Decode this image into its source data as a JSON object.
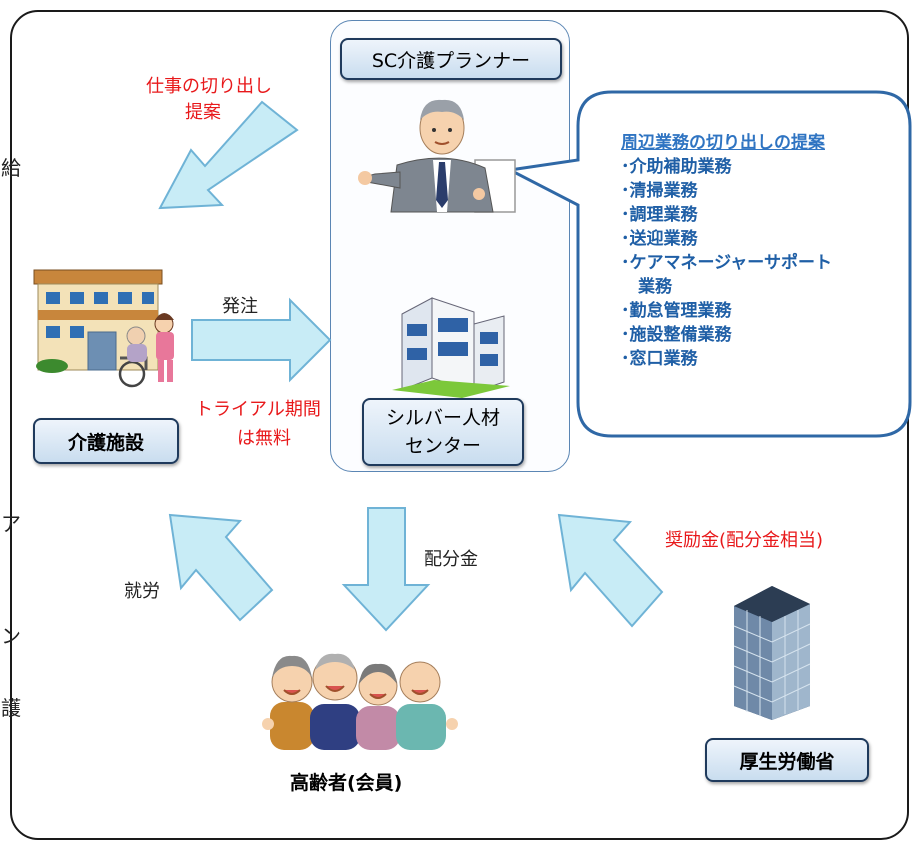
{
  "planner_label": "SC介護プランナー",
  "suggest_label_1": "仕事の切り出し",
  "suggest_label_2": "提案",
  "callout": {
    "heading": "周辺業務の切り出しの提案",
    "items": [
      "･介助補助業務",
      "･清掃業務",
      "･調理業務",
      "･送迎業務",
      "･ケアマネージャーサポート",
      "　業務",
      "･勤怠管理業務",
      "･施設整備業務",
      "･窓口業務"
    ]
  },
  "order_label": "発注",
  "trial_label_1": "トライアル期間",
  "trial_label_2": "は無料",
  "facility_label": "介護施設",
  "center_label_1": "シルバー人材",
  "center_label_2": "センター",
  "work_label": "就労",
  "distribution_label": "配分金",
  "incentive_label": "奨励金(配分金相当)",
  "seniors_label": "高齢者(会員)",
  "ministry_label": "厚生労働省",
  "edge_chars": [
    "給",
    "ア",
    "ン",
    "護"
  ],
  "colors": {
    "arrow_fill": "#c8ecf6",
    "arrow_stroke": "#6fb3d6",
    "red_text": "#e8191b",
    "callout_border": "#2f68a6",
    "callout_text": "#1f5fa6"
  }
}
